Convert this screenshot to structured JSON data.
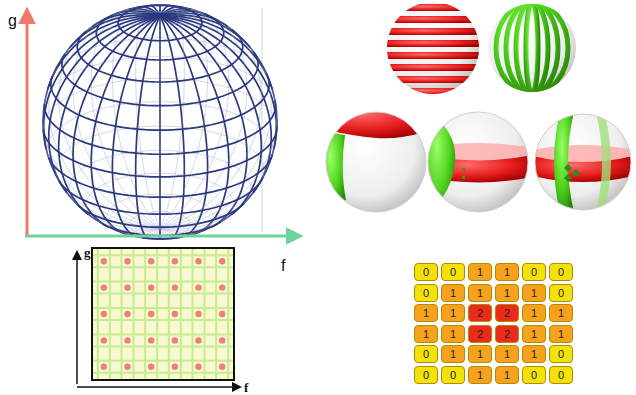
{
  "diagram": {
    "labels": [
      "g",
      "f",
      "g",
      "f",
      "0",
      "0",
      "1",
      "1",
      "0",
      "0",
      "0",
      "1",
      "1",
      "1",
      "1",
      "0",
      "1",
      "1",
      "2",
      "2",
      "1",
      "1",
      "1",
      "1",
      "2",
      "2",
      "1",
      "1",
      "0",
      "1",
      "1",
      "1",
      "1",
      "0",
      "0",
      "0",
      "1",
      "1",
      "0",
      "0"
    ]
  }
}
